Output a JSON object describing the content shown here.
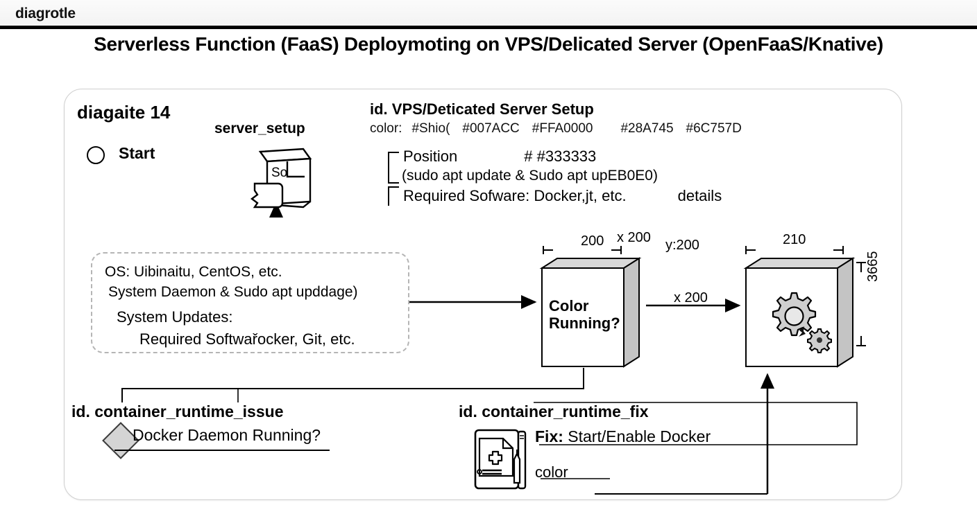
{
  "header": {
    "app_title": "diagrotle"
  },
  "deck": {
    "title": "Serverless Function (FaaS) Deploymoting on VPS/Delicated Server (OpenFaaS/Knative)"
  },
  "card": {
    "heading": "diagaite 14",
    "start_label": "Start",
    "server_setup_label": "server_setup",
    "server_setup_icon_text": "So",
    "setup_heading": "id. VPS/Deticated Server Setup",
    "color_label": "color:",
    "colors": [
      "#Shio(",
      "#007ACC",
      "#FFA0000",
      "#28A745",
      "#6C757D"
    ],
    "position_label": "Position",
    "position_value": "# #333333",
    "sudo_line": "(sudo apt update & Sudo apt upEB0E0)",
    "required_software_line": "Required Sofware: Docker,jt, etc.",
    "details_label": "details",
    "os_box": {
      "line1": "OS: Uibinaitu, CentOS, etc.",
      "line2": "System Daemon & Sudo apt upddage)",
      "line3": "System Updates:",
      "line4": "Required Softwařocker, Git, etc."
    },
    "decision_box": {
      "line1": "Color",
      "line2": "Running?"
    },
    "dimensions": {
      "width_left": "200",
      "x_label": "x 200",
      "y_label": "y:200",
      "edge_label": "x 200",
      "width_right": "210",
      "height_right": "3665"
    },
    "issue": {
      "heading": "id. container_runtime_issue",
      "text": "Docker Daemon Running?"
    },
    "fix": {
      "heading": "id. container_runtime_fix",
      "label_bold": "Fix:",
      "label_rest": " Start/Enable Docker",
      "color_label": "color"
    }
  },
  "palette": {
    "ink": "#000000",
    "card_border": "#cfcfcf",
    "dashed_border": "#b5b5b5",
    "box_fill": "#ffffff",
    "box_shade": "#c9c9c9",
    "diamond_fill": "#d4d4d4"
  }
}
